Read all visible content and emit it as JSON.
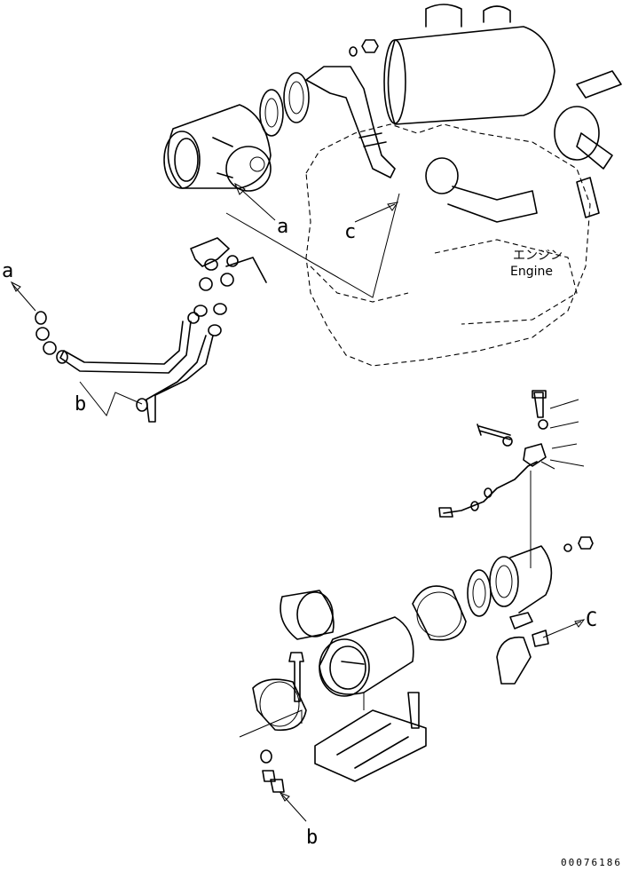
{
  "labels": {
    "a_top": "a",
    "a_left": "a",
    "c_top": "c",
    "b_left": "b",
    "c_bottom": "C",
    "b_bottom": "b"
  },
  "engine_label_jp": "エンジン",
  "engine_label_en": "Engine",
  "drawing_code": "00076186"
}
